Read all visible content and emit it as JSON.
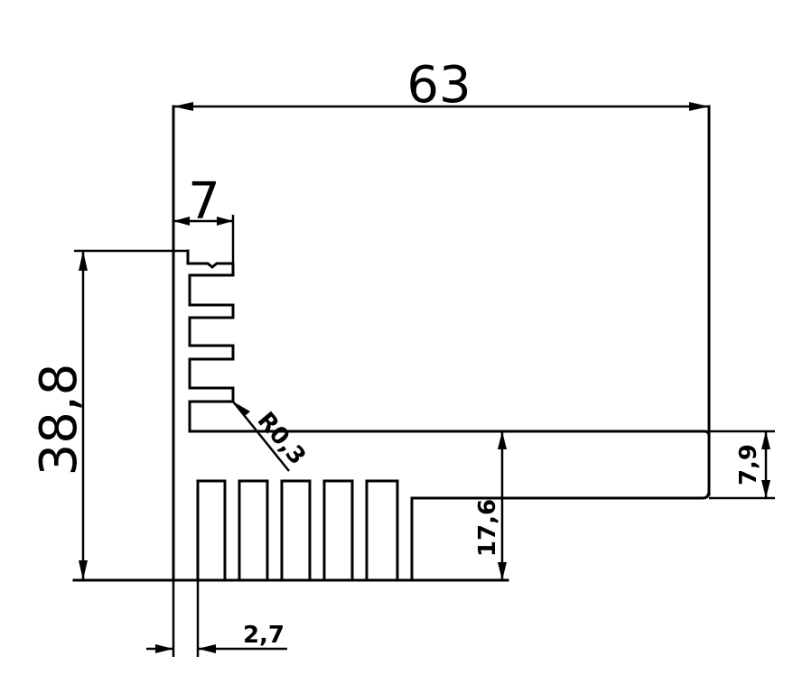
{
  "diagram": {
    "dimensions": {
      "width": "63",
      "top_fin_width": "7",
      "height": "38,8",
      "radius": "R0,3",
      "right_step": "7,9",
      "bottom_block": "17,6",
      "wall": "2,7"
    },
    "colors": {
      "line": "#000000",
      "background": "#ffffff"
    }
  }
}
